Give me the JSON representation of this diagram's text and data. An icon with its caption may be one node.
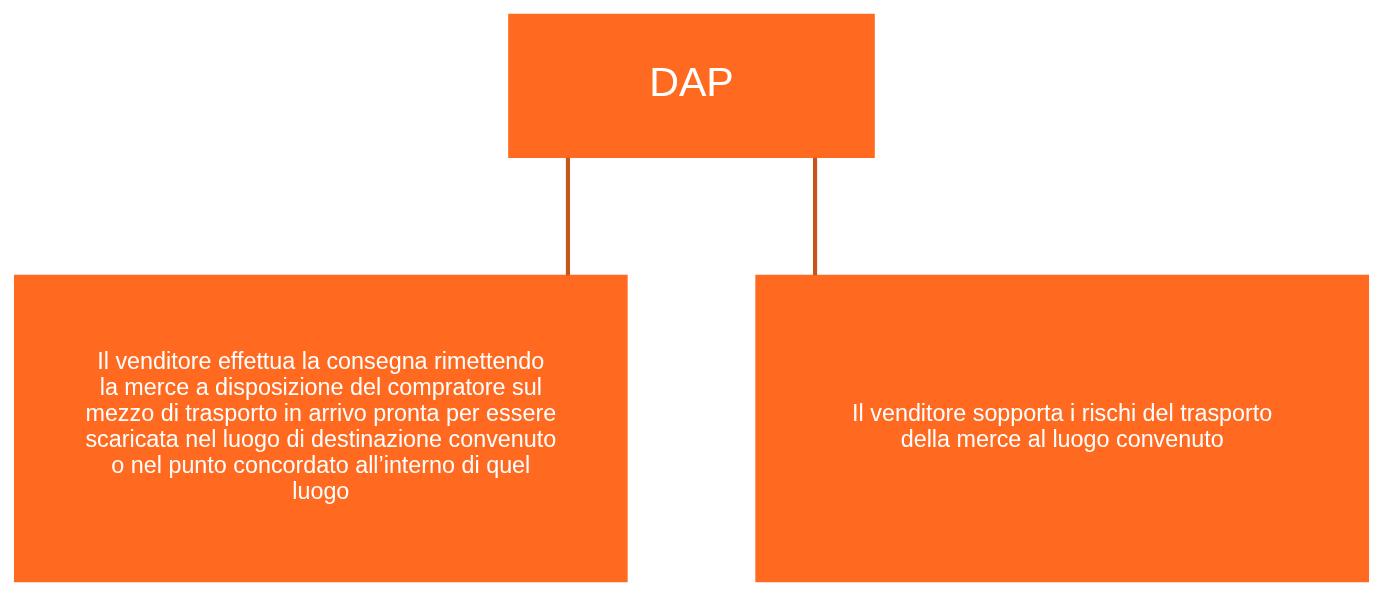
{
  "diagram": {
    "nodes": [
      {
        "text": [
          "DAP"
        ]
      },
      {
        "text": [
          "Il venditore effettua la consegna rimettendo la merce a disposizione del compratore sul mezzo di trasporto in arrivo pronta per essere scaricata nel luogo di destinazione convenuto o nel punto concordato all’interno di quel luogo"
        ]
      },
      {
        "text": [
          "Il venditore sopporta i rischi del trasporto della merce al luogo convenuto"
        ]
      }
    ],
    "edges": [
      {
        "from": 0,
        "to": 1,
        "arrow": "none"
      },
      {
        "from": 0,
        "to": 2,
        "arrow": "none"
      }
    ]
  }
}
